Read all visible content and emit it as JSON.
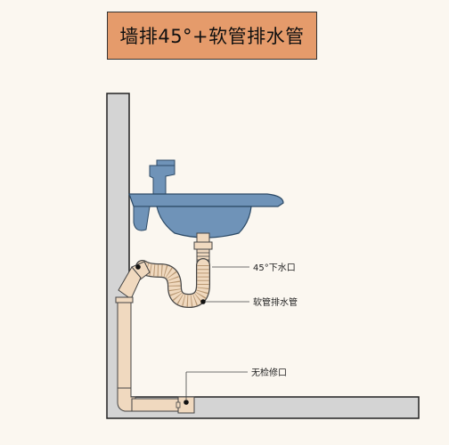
{
  "title": "墙排45°+软管排水管",
  "labels": {
    "outlet": "45°下水口",
    "hose": "软管排水管",
    "cleanout": "无检修口"
  },
  "colors": {
    "title_bg": "#e59b6b",
    "wall": "#d3d3d3",
    "basin": "#6b8fb3",
    "pipe": "#f0d9bf"
  }
}
